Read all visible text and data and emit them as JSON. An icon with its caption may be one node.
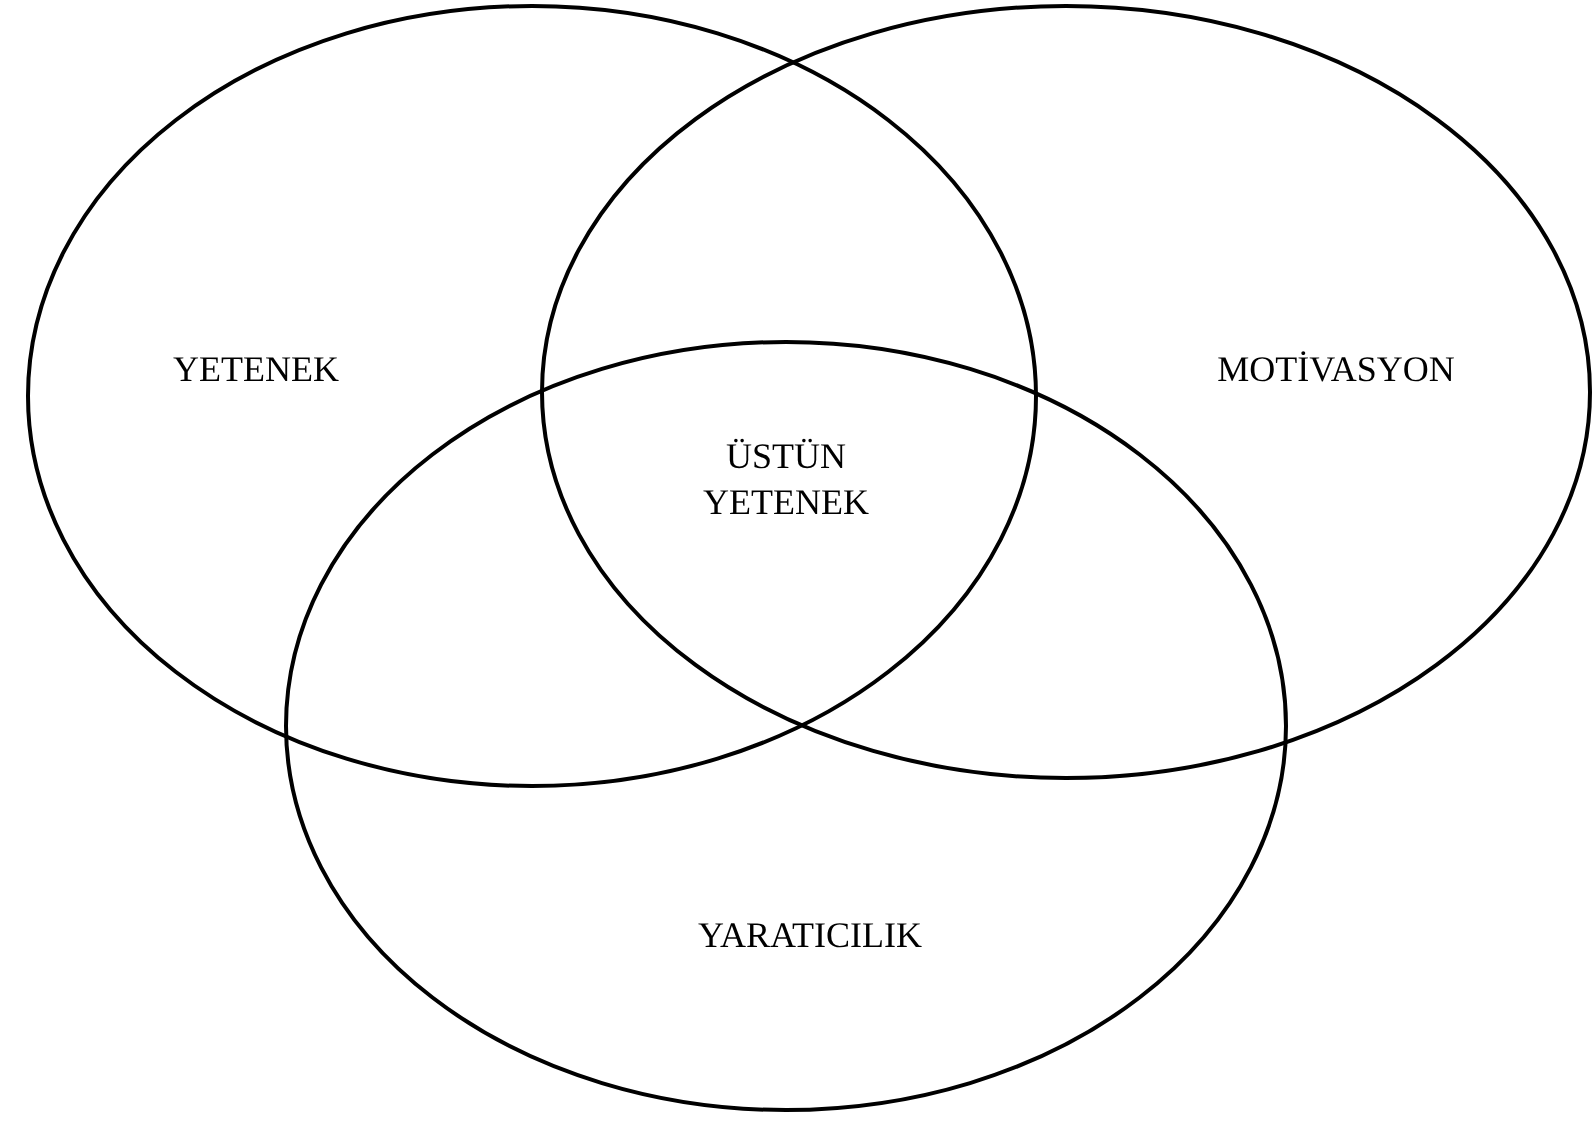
{
  "diagram": {
    "nodes": [
      {
        "text": [
          "YETENEK"
        ]
      },
      {
        "text": [
          "MOTİVASYON"
        ]
      },
      {
        "text": [
          "YARATICILIK"
        ]
      }
    ],
    "labels": [
      "ÜSTÜN YETENEK"
    ]
  }
}
